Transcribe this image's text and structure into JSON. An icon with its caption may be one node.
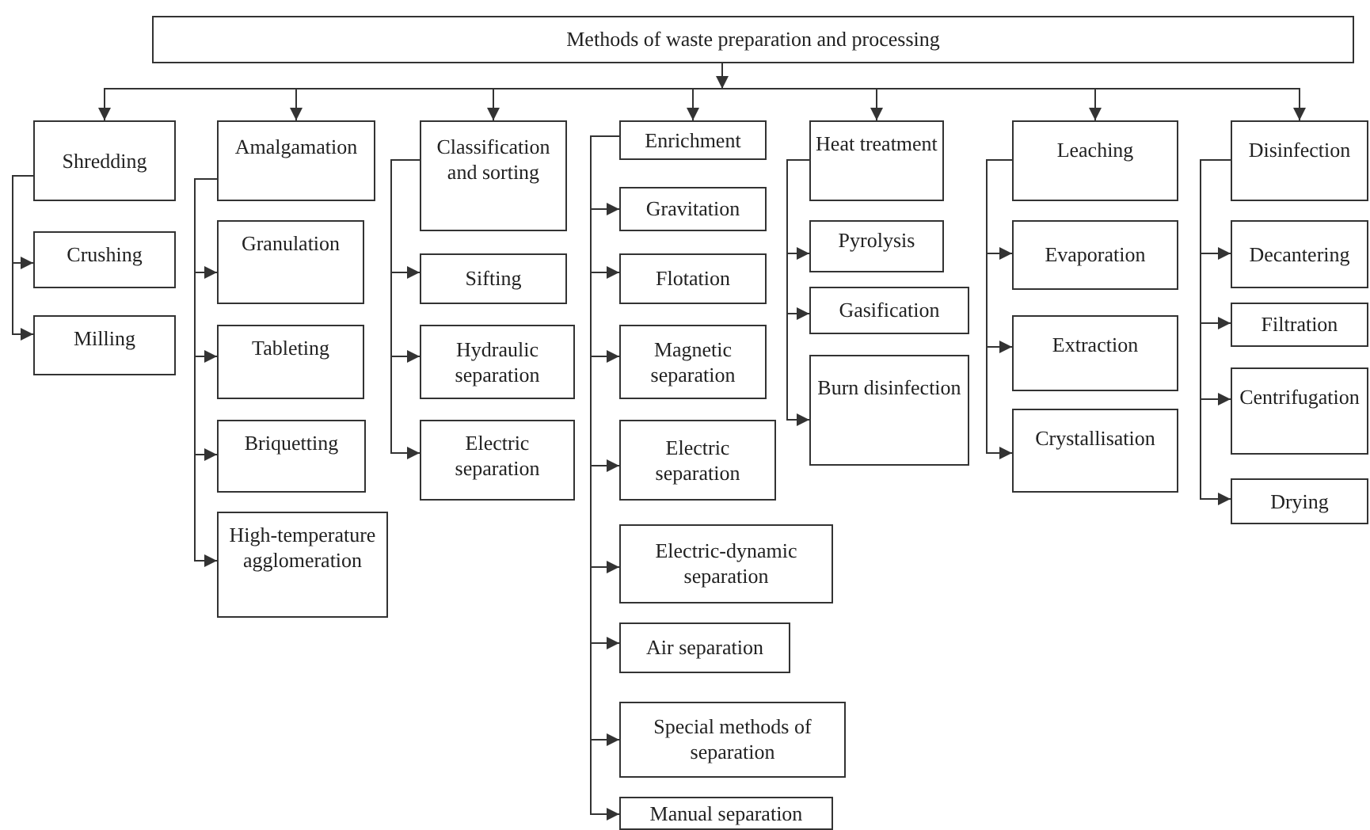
{
  "diagram": {
    "nodes": [
      {
        "text": [
          "Methods of waste preparation and processing"
        ]
      },
      {
        "text": [
          "Shredding"
        ]
      },
      {
        "text": [
          "Crushing"
        ]
      },
      {
        "text": [
          "Milling"
        ]
      },
      {
        "text": [
          "Amalgamation"
        ]
      },
      {
        "text": [
          "Granulation"
        ]
      },
      {
        "text": [
          "Tableting"
        ]
      },
      {
        "text": [
          "Briquetting"
        ]
      },
      {
        "text": [
          "High-temperature agglomeration"
        ]
      },
      {
        "text": [
          "Classification and sorting"
        ]
      },
      {
        "text": [
          "Sifting"
        ]
      },
      {
        "text": [
          "Hydraulic separation"
        ]
      },
      {
        "text": [
          "Electric separation"
        ]
      },
      {
        "text": [
          "Enrichment"
        ]
      },
      {
        "text": [
          "Gravitation"
        ]
      },
      {
        "text": [
          "Flotation"
        ]
      },
      {
        "text": [
          "Magnetic separation"
        ]
      },
      {
        "text": [
          "Electric separation"
        ]
      },
      {
        "text": [
          "Electric-dynamic separation"
        ]
      },
      {
        "text": [
          "Air separation"
        ]
      },
      {
        "text": [
          "Special methods of separation"
        ]
      },
      {
        "text": [
          "Manual separation"
        ]
      },
      {
        "text": [
          "Heat treatment"
        ]
      },
      {
        "text": [
          "Pyrolysis"
        ]
      },
      {
        "text": [
          "Gasification"
        ]
      },
      {
        "text": [
          "Burn disinfection"
        ]
      },
      {
        "text": [
          "Leaching"
        ]
      },
      {
        "text": [
          "Evaporation"
        ]
      },
      {
        "text": [
          "Extraction"
        ]
      },
      {
        "text": [
          "Crystallisation"
        ]
      },
      {
        "text": [
          "Disinfection"
        ]
      },
      {
        "text": [
          "Decantering"
        ]
      },
      {
        "text": [
          "Filtration"
        ]
      },
      {
        "text": [
          "Centrifugation"
        ]
      },
      {
        "text": [
          "Drying"
        ]
      }
    ],
    "edges": [
      {
        "from": 0,
        "to": 1,
        "arrow": "to"
      },
      {
        "from": 0,
        "to": 4,
        "arrow": "to"
      },
      {
        "from": 0,
        "to": 9,
        "arrow": "to"
      },
      {
        "from": 0,
        "to": 13,
        "arrow": "to"
      },
      {
        "from": 0,
        "to": 22,
        "arrow": "to"
      },
      {
        "from": 0,
        "to": 26,
        "arrow": "to"
      },
      {
        "from": 0,
        "to": 30,
        "arrow": "to"
      },
      {
        "from": 1,
        "to": 2,
        "arrow": "to"
      },
      {
        "from": 1,
        "to": 3,
        "arrow": "to"
      },
      {
        "from": 4,
        "to": 5,
        "arrow": "to"
      },
      {
        "from": 4,
        "to": 6,
        "arrow": "to"
      },
      {
        "from": 4,
        "to": 7,
        "arrow": "to"
      },
      {
        "from": 4,
        "to": 8,
        "arrow": "to"
      },
      {
        "from": 9,
        "to": 10,
        "arrow": "to"
      },
      {
        "from": 9,
        "to": 11,
        "arrow": "to"
      },
      {
        "from": 9,
        "to": 12,
        "arrow": "to"
      },
      {
        "from": 13,
        "to": 14,
        "arrow": "to"
      },
      {
        "from": 13,
        "to": 15,
        "arrow": "to"
      },
      {
        "from": 13,
        "to": 16,
        "arrow": "to"
      },
      {
        "from": 13,
        "to": 17,
        "arrow": "to"
      },
      {
        "from": 13,
        "to": 18,
        "arrow": "to"
      },
      {
        "from": 13,
        "to": 19,
        "arrow": "to"
      },
      {
        "from": 13,
        "to": 20,
        "arrow": "to"
      },
      {
        "from": 13,
        "to": 21,
        "arrow": "to"
      },
      {
        "from": 22,
        "to": 23,
        "arrow": "to"
      },
      {
        "from": 22,
        "to": 24,
        "arrow": "to"
      },
      {
        "from": 22,
        "to": 25,
        "arrow": "to"
      },
      {
        "from": 26,
        "to": 27,
        "arrow": "to"
      },
      {
        "from": 26,
        "to": 28,
        "arrow": "to"
      },
      {
        "from": 26,
        "to": 29,
        "arrow": "to"
      },
      {
        "from": 30,
        "to": 31,
        "arrow": "to"
      },
      {
        "from": 30,
        "to": 32,
        "arrow": "to"
      },
      {
        "from": 30,
        "to": 33,
        "arrow": "to"
      },
      {
        "from": 30,
        "to": 34,
        "arrow": "to"
      }
    ]
  }
}
